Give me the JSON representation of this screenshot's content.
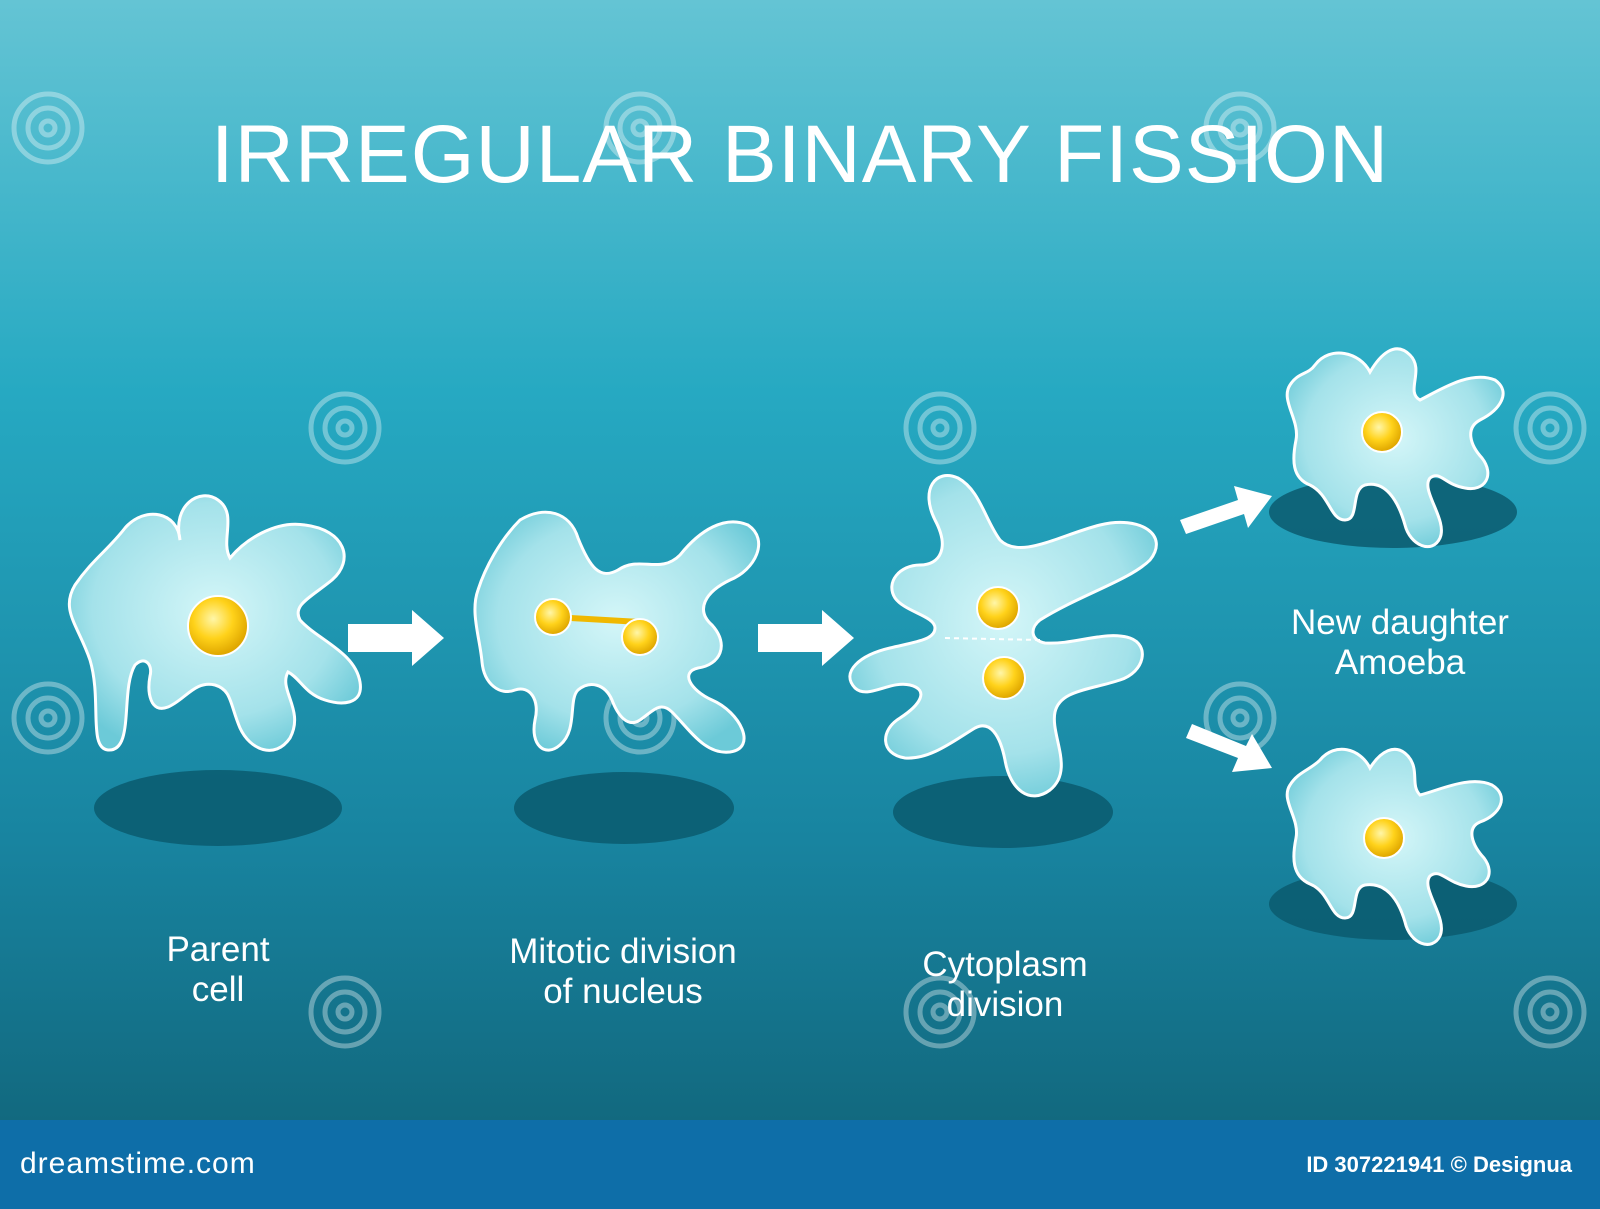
{
  "title": "IRREGULAR BINARY FISSION",
  "stages": [
    {
      "line1": "Parent",
      "line2": "cell"
    },
    {
      "line1": "Mitotic division",
      "line2": "of nucleus"
    },
    {
      "line1": "Cytoplasm",
      "line2": "division"
    },
    {
      "line1": "New daughter",
      "line2": "Amoeba"
    }
  ],
  "footer": {
    "brand": "dreamstime.com",
    "credit": "ID 307221941 © Designua"
  },
  "watermark": "dreamstime",
  "colors": {
    "background_top": "#63c3d3",
    "background_mid": "#1e9fb9",
    "background_bottom": "#136f86",
    "cell_fill": "#b7ecf1",
    "cell_outline": "#ffffff",
    "nucleus": "#f5c400",
    "shadow": "#0b5a6e",
    "footer": "#0e6ea8"
  },
  "icons": [
    "arrow-right-icon",
    "arrow-up-right-icon",
    "arrow-down-right-icon",
    "swirl-watermark-icon"
  ]
}
